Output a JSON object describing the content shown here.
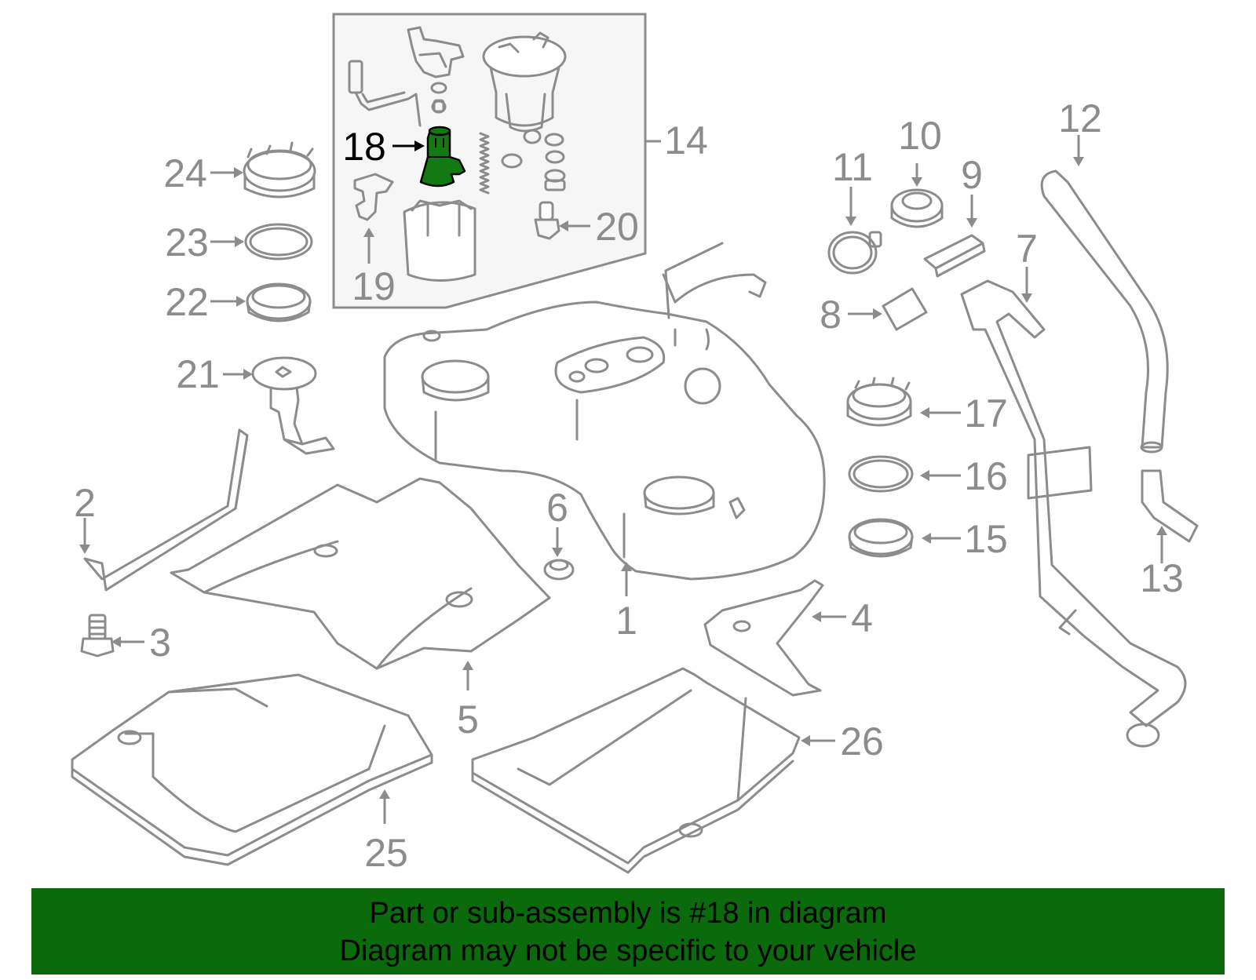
{
  "diagram": {
    "highlight_color": "#137a13",
    "line_color": "#8c8c8c",
    "highlighted_part": "18",
    "callouts": [
      {
        "id": "1",
        "label": "1"
      },
      {
        "id": "2",
        "label": "2"
      },
      {
        "id": "3",
        "label": "3"
      },
      {
        "id": "4",
        "label": "4"
      },
      {
        "id": "5",
        "label": "5"
      },
      {
        "id": "6",
        "label": "6"
      },
      {
        "id": "7",
        "label": "7"
      },
      {
        "id": "8",
        "label": "8"
      },
      {
        "id": "9",
        "label": "9"
      },
      {
        "id": "10",
        "label": "10"
      },
      {
        "id": "11",
        "label": "11"
      },
      {
        "id": "12",
        "label": "12"
      },
      {
        "id": "13",
        "label": "13"
      },
      {
        "id": "14",
        "label": "14"
      },
      {
        "id": "15",
        "label": "15"
      },
      {
        "id": "16",
        "label": "16"
      },
      {
        "id": "17",
        "label": "17"
      },
      {
        "id": "18",
        "label": "18"
      },
      {
        "id": "19",
        "label": "19"
      },
      {
        "id": "20",
        "label": "20"
      },
      {
        "id": "21",
        "label": "21"
      },
      {
        "id": "22",
        "label": "22"
      },
      {
        "id": "23",
        "label": "23"
      },
      {
        "id": "24",
        "label": "24"
      },
      {
        "id": "25",
        "label": "25"
      },
      {
        "id": "26",
        "label": "26"
      }
    ]
  },
  "banner": {
    "background": "#0b6a0b",
    "line1": "Part or sub-assembly is #18 in diagram",
    "line2": "Diagram may not be specific to your vehicle"
  }
}
